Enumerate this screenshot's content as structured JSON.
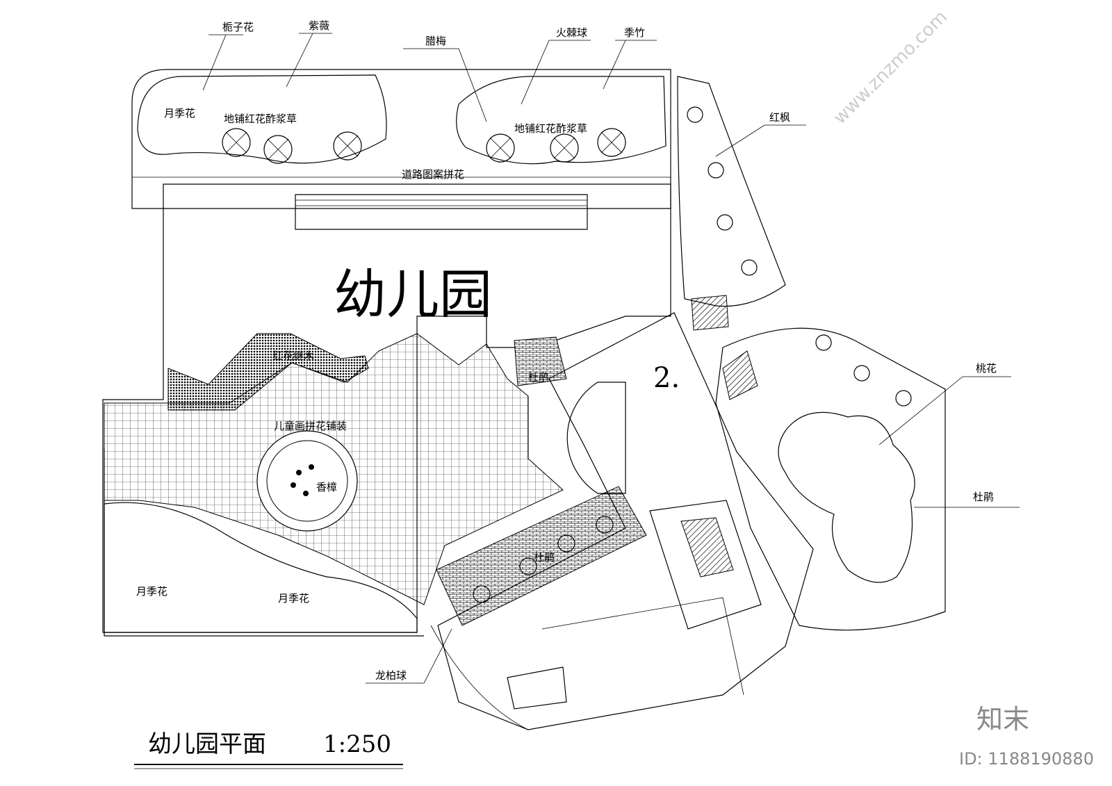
{
  "title": "幼儿园",
  "caption": {
    "name": "幼儿园平面",
    "scale": "1:250"
  },
  "building_number": "2.",
  "labels": {
    "zhizihua": "栀子花",
    "ziwei": "紫薇",
    "lamei": "腊梅",
    "huojiqiu": "火棘球",
    "jizhu": "季竹",
    "yuejihua_top": "月季花",
    "dipu_left": "地铺红花酢浆草",
    "dipu_right": "地铺红花酢浆草",
    "daolu": "道路图案拼花",
    "hongfeng": "红枫",
    "honghua": "红花继木",
    "ertong": "儿童画拼花铺装",
    "dujuan_small_1": "杜鹃",
    "xiangzhang": "香樟",
    "dujuan_small_2": "杜鹃",
    "yuejihua_left": "月季花",
    "yuejihua_mid": "月季花",
    "taohua": "桃花",
    "dujuan_right": "杜鹃",
    "longboqiu": "龙柏球"
  },
  "watermark": {
    "logo": "知末",
    "id": "ID: 1188190880",
    "site": "www.znzmo.com"
  }
}
